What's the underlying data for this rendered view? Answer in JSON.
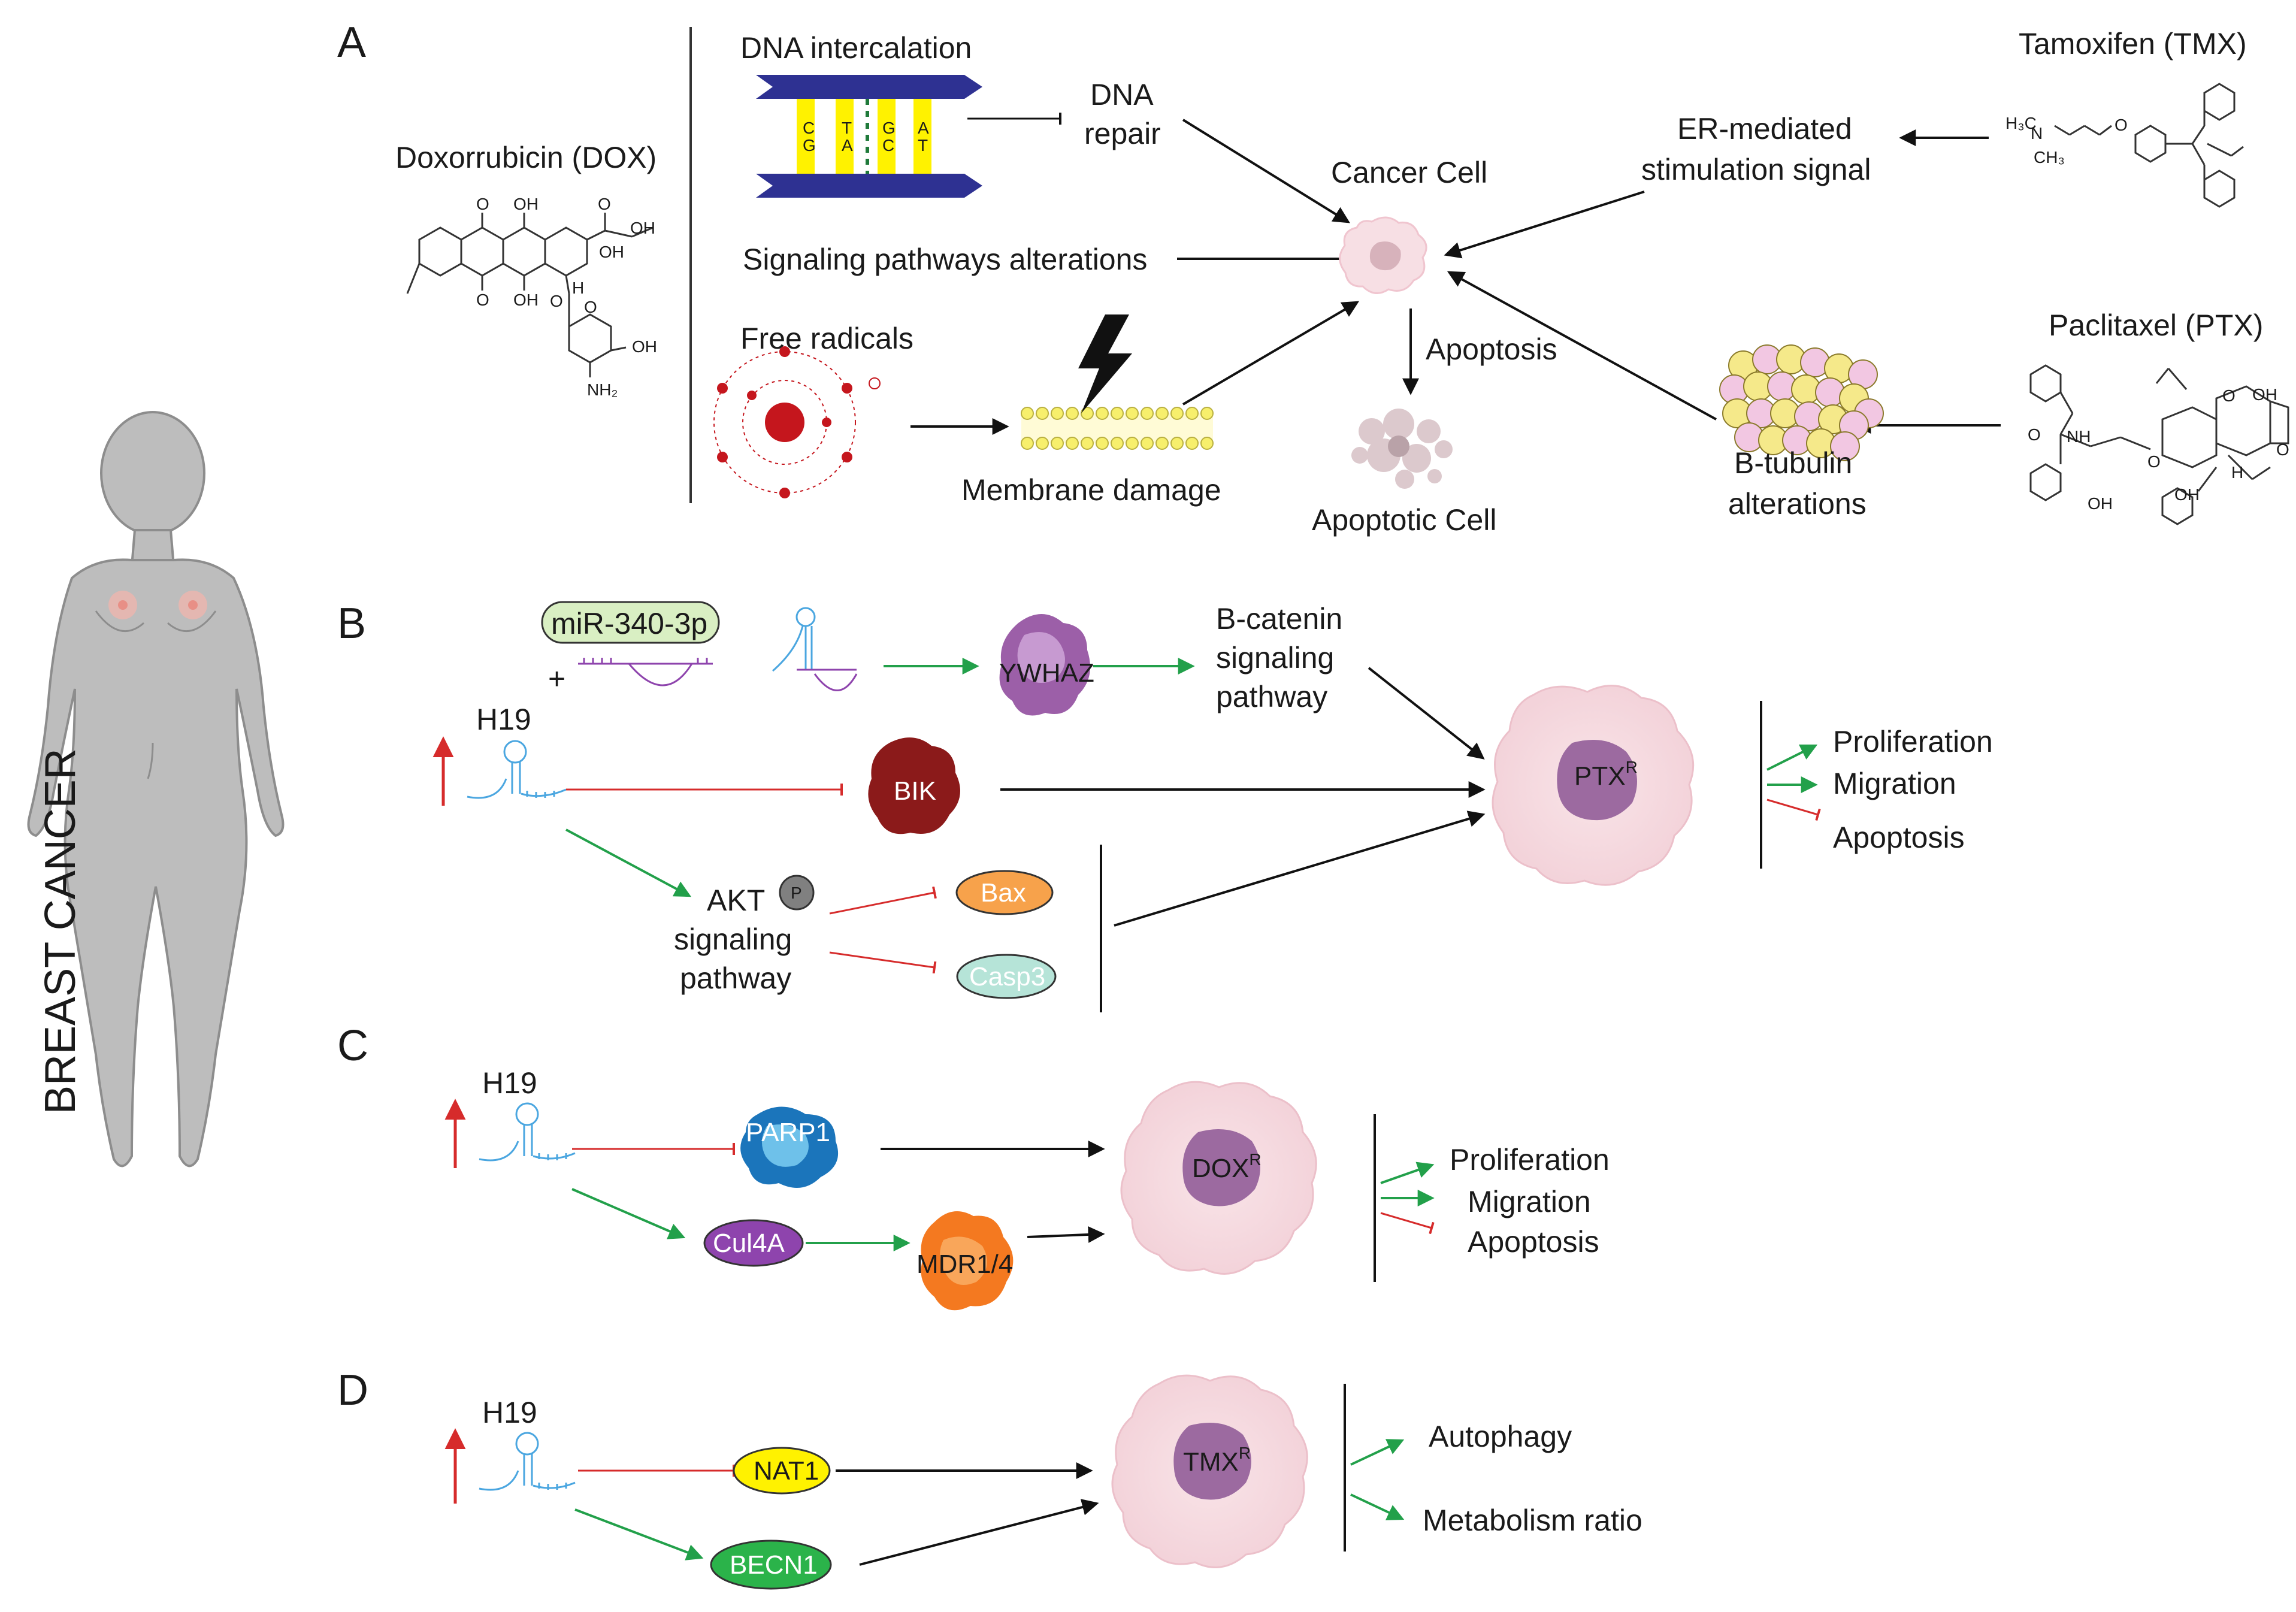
{
  "colors": {
    "activation": "#22a04a",
    "inhibition": "#d62b2b",
    "arrow": "#111111",
    "cell_fill": "#f7dfe4",
    "cell_nucleus": "#9c6aa0",
    "rna": "#4aa6e0",
    "body": "#bdbdbd"
  },
  "side_label": "BREAST CANCER",
  "panel_A": {
    "letter": "A",
    "dox": "Doxorrubicin (DOX)",
    "dna_intercalation": "DNA intercalation",
    "dna_bases": [
      "C",
      "T",
      "G",
      "A",
      "G",
      "A",
      "C",
      "T"
    ],
    "dna_repair_1": "DNA",
    "dna_repair_2": "repair",
    "signaling": "Signaling pathways alterations",
    "free_radicals": "Free radicals",
    "membrane_damage": "Membrane damage",
    "cancer_cell": "Cancer Cell",
    "apoptosis": "Apoptosis",
    "apoptotic_cell": "Apoptotic Cell",
    "tmx": "Tamoxifen (TMX)",
    "er_signal_1": "ER-mediated",
    "er_signal_2": "stimulation signal",
    "ptx": "Paclitaxel (PTX)",
    "btubulin_1": "B-tubulin",
    "btubulin_2": "alterations",
    "chem_labels": {
      "o": "O",
      "oh": "OH",
      "h": "H",
      "nh2": "NH₂",
      "nh": "NH",
      "h3c": "H₃C",
      "n": "N",
      "ch3": "CH₃"
    }
  },
  "panel_B": {
    "letter": "B",
    "mirna": "miR-340-3p",
    "plus": "+",
    "h19": "H19",
    "ywhaz": "YWHAZ",
    "bcat_1": "B-catenin",
    "bcat_2": "signaling",
    "bcat_3": "pathway",
    "bik": "BIK",
    "akt": "AKT",
    "p": "P",
    "akt_2": "signaling",
    "akt_3": "pathway",
    "bax": "Bax",
    "casp3": "Casp3",
    "cell_label": "PTX",
    "cell_sup": "R",
    "outcomes": [
      "Proliferation",
      "Migration",
      "Apoptosis"
    ]
  },
  "panel_C": {
    "letter": "C",
    "h19": "H19",
    "parp1": "PARP1",
    "cul4a": "Cul4A",
    "mdr": "MDR1/4",
    "cell_label": "DOX",
    "cell_sup": "R",
    "outcomes": [
      "Proliferation",
      "Migration",
      "Apoptosis"
    ]
  },
  "panel_D": {
    "letter": "D",
    "h19": "H19",
    "nat1": "NAT1",
    "becn1": "BECN1",
    "cell_label": "TMX",
    "cell_sup": "R",
    "outcomes": [
      "Autophagy",
      "Metabolism ratio"
    ]
  }
}
